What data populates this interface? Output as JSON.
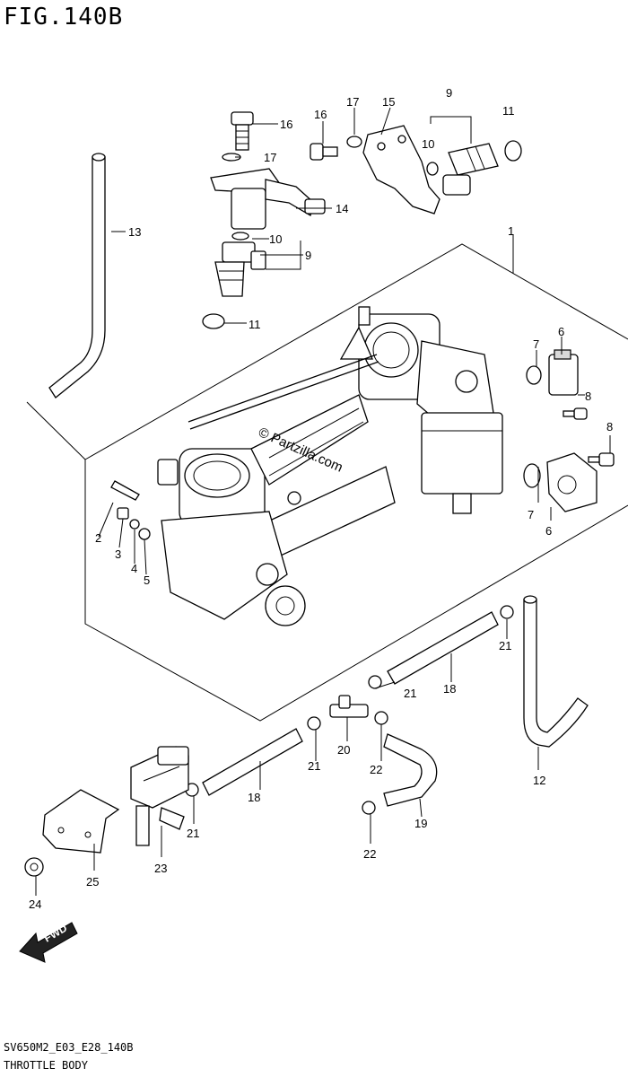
{
  "figure": {
    "title": "FIG.140B",
    "code": "SV650M2_E03_E28_140B",
    "name": "THROTTLE BODY",
    "watermark": "© Partzilla.com",
    "fwd_label": "FWD"
  },
  "callouts": [
    {
      "id": "c1",
      "text": "1"
    },
    {
      "id": "c2",
      "text": "2"
    },
    {
      "id": "c3",
      "text": "3"
    },
    {
      "id": "c4",
      "text": "4"
    },
    {
      "id": "c5",
      "text": "5"
    },
    {
      "id": "c6a",
      "text": "6"
    },
    {
      "id": "c6b",
      "text": "6"
    },
    {
      "id": "c7a",
      "text": "7"
    },
    {
      "id": "c7b",
      "text": "7"
    },
    {
      "id": "c8a",
      "text": "8"
    },
    {
      "id": "c8b",
      "text": "8"
    },
    {
      "id": "c9a",
      "text": "9"
    },
    {
      "id": "c9b",
      "text": "9"
    },
    {
      "id": "c10a",
      "text": "10"
    },
    {
      "id": "c10b",
      "text": "10"
    },
    {
      "id": "c11a",
      "text": "11"
    },
    {
      "id": "c11b",
      "text": "11"
    },
    {
      "id": "c12",
      "text": "12"
    },
    {
      "id": "c13",
      "text": "13"
    },
    {
      "id": "c14",
      "text": "14"
    },
    {
      "id": "c15",
      "text": "15"
    },
    {
      "id": "c16a",
      "text": "16"
    },
    {
      "id": "c16b",
      "text": "16"
    },
    {
      "id": "c17a",
      "text": "17"
    },
    {
      "id": "c17b",
      "text": "17"
    },
    {
      "id": "c18a",
      "text": "18"
    },
    {
      "id": "c18b",
      "text": "18"
    },
    {
      "id": "c19",
      "text": "19"
    },
    {
      "id": "c20",
      "text": "20"
    },
    {
      "id": "c21a",
      "text": "21"
    },
    {
      "id": "c21b",
      "text": "21"
    },
    {
      "id": "c21c",
      "text": "21"
    },
    {
      "id": "c21d",
      "text": "21"
    },
    {
      "id": "c22a",
      "text": "22"
    },
    {
      "id": "c22b",
      "text": "22"
    },
    {
      "id": "c23",
      "text": "23"
    },
    {
      "id": "c24",
      "text": "24"
    },
    {
      "id": "c25",
      "text": "25"
    }
  ]
}
